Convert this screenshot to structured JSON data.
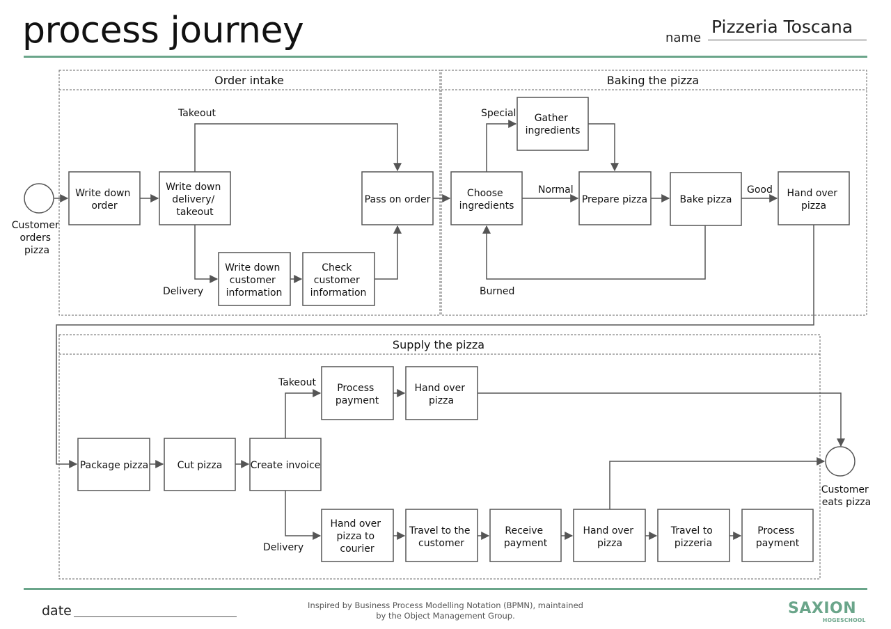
{
  "header": {
    "title": "process journey",
    "name_label": "name",
    "name_value": "Pizzeria Toscana"
  },
  "footer": {
    "date_label": "date",
    "note_line1": "Inspired by Business Process Modelling Notation (BPMN), maintained",
    "note_line2": "by the Object Management Group.",
    "logo_main": "SAXION",
    "logo_sub": "HOGESCHOOL"
  },
  "colors": {
    "accent": "#6aa58a",
    "stroke": "#555555",
    "lane_border": "#666666"
  },
  "lanes": {
    "order_intake": "Order intake",
    "baking": "Baking the pizza",
    "supply": "Supply the pizza"
  },
  "events": {
    "start": [
      "Customer",
      "orders",
      "pizza"
    ],
    "end": [
      "Customer",
      "eats pizza"
    ]
  },
  "tasks": {
    "write_order": [
      "Write down",
      "order"
    ],
    "write_delivery": [
      "Write down",
      "delivery/",
      "takeout"
    ],
    "write_customer": [
      "Write down",
      "customer",
      "information"
    ],
    "check_customer": [
      "Check",
      "customer",
      "information"
    ],
    "pass_order": [
      "Pass on order"
    ],
    "choose_ingredients": [
      "Choose",
      "ingredients"
    ],
    "gather_ingredients": [
      "Gather",
      "ingredients"
    ],
    "prepare_pizza": [
      "Prepare pizza"
    ],
    "bake_pizza": [
      "Bake pizza"
    ],
    "hand_over_pizza_bake": [
      "Hand over",
      "pizza"
    ],
    "package_pizza": [
      "Package pizza"
    ],
    "cut_pizza": [
      "Cut pizza"
    ],
    "create_invoice": [
      "Create invoice"
    ],
    "process_payment_takeout": [
      "Process",
      "payment"
    ],
    "hand_over_takeout": [
      "Hand over",
      "pizza"
    ],
    "hand_to_courier": [
      "Hand over",
      "pizza to",
      "courier"
    ],
    "travel_customer": [
      "Travel to the",
      "customer"
    ],
    "receive_payment": [
      "Receive",
      "payment"
    ],
    "hand_over_delivery": [
      "Hand over",
      "pizza"
    ],
    "travel_pizzeria": [
      "Travel to",
      "pizzeria"
    ],
    "process_payment_delivery": [
      "Process",
      "payment"
    ]
  },
  "edge_labels": {
    "takeout_1": "Takeout",
    "delivery_1": "Delivery",
    "special": "Special",
    "normal": "Normal",
    "good": "Good",
    "burned": "Burned",
    "takeout_2": "Takeout",
    "delivery_2": "Delivery"
  }
}
